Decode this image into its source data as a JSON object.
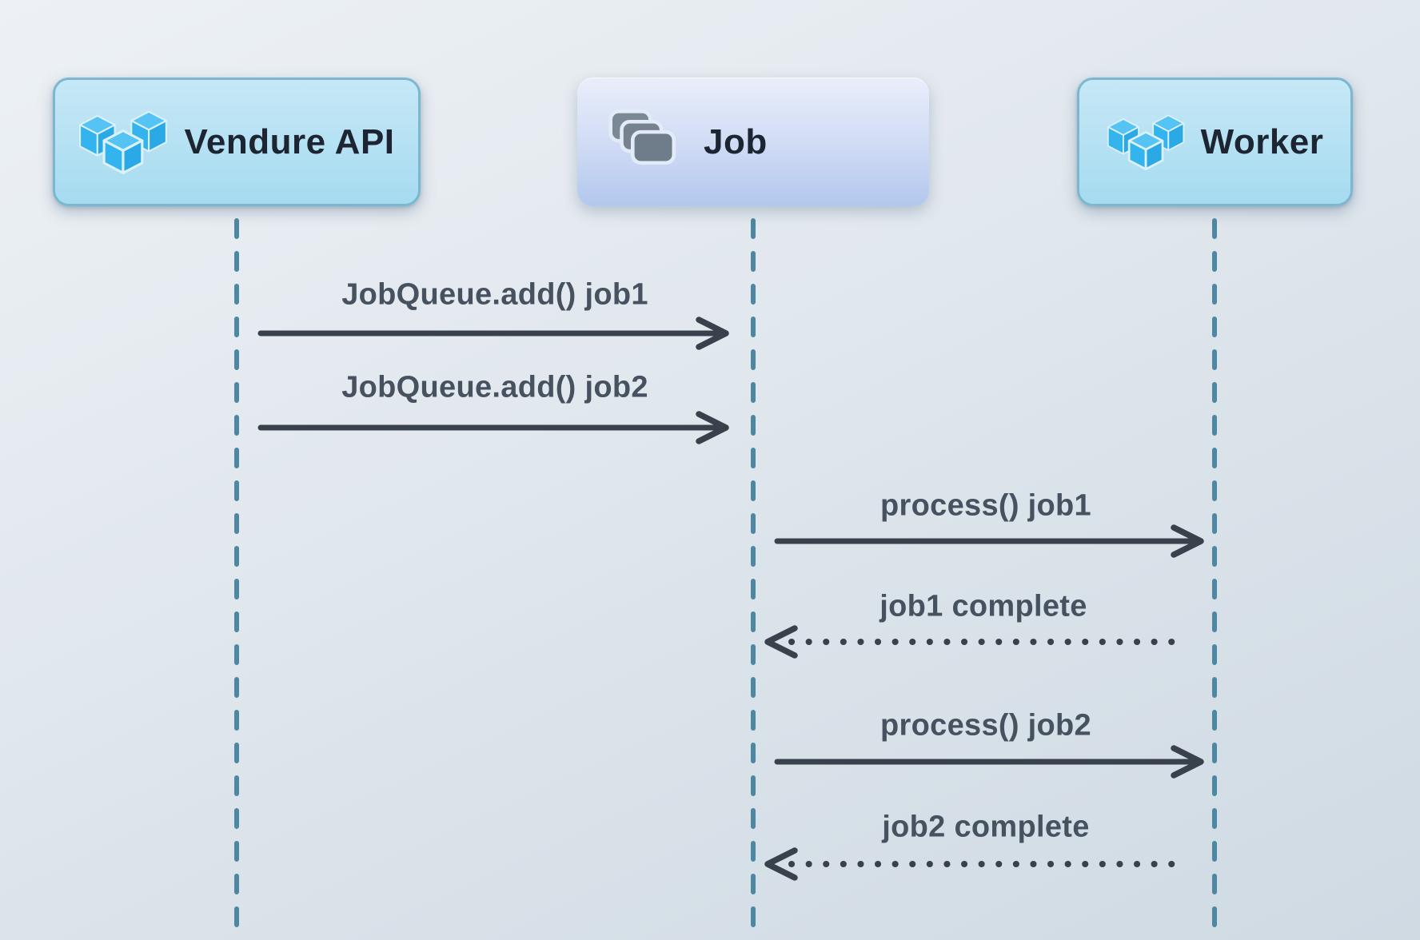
{
  "diagram": {
    "type": "sequence-diagram",
    "participants": [
      {
        "id": "vendure-api",
        "label": "Vendure API",
        "icon": "vendure-logo-icon"
      },
      {
        "id": "job",
        "label": "Job",
        "icon": "stacked-cards-icon"
      },
      {
        "id": "worker",
        "label": "Worker",
        "icon": "vendure-logo-icon"
      }
    ],
    "messages": [
      {
        "from": "vendure-api",
        "to": "job",
        "label": "JobQueue.add() job1",
        "line": "solid",
        "direction": "right"
      },
      {
        "from": "vendure-api",
        "to": "job",
        "label": "JobQueue.add() job2",
        "line": "solid",
        "direction": "right"
      },
      {
        "from": "job",
        "to": "worker",
        "label": "process() job1",
        "line": "solid",
        "direction": "right"
      },
      {
        "from": "worker",
        "to": "job",
        "label": "job1 complete",
        "line": "dotted",
        "direction": "left"
      },
      {
        "from": "job",
        "to": "worker",
        "label": "process() job2",
        "line": "solid",
        "direction": "right"
      },
      {
        "from": "worker",
        "to": "job",
        "label": "job2 complete",
        "line": "dotted",
        "direction": "left"
      }
    ],
    "colors": {
      "background_start": "#edf1f5",
      "background_end": "#cfdae3",
      "lifeline": "#4e87a1",
      "arrow": "#39424c",
      "message_text": "#475260",
      "participant_text": "#1d2532",
      "participant_box_fill_top": "#c6e8f6",
      "participant_box_fill_bottom": "#a6dbf0",
      "participant_box_border": "#7cb7d1",
      "job_box_fill_top": "#e9eefa",
      "job_box_fill_bottom": "#b2c8ee",
      "logo_blue_top": "#55c3f3",
      "logo_blue_left": "#33b4ee",
      "logo_blue_right": "#2ba9e6",
      "job_icon_gray": "#76838f"
    }
  }
}
